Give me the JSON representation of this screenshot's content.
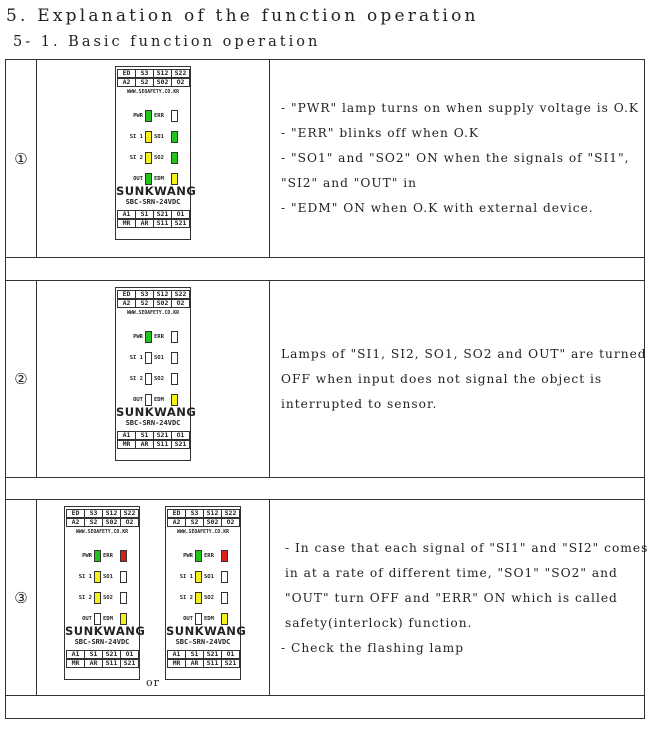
{
  "heading": "5. Explanation of the function operation",
  "subheading": "5- 1. Basic function operation",
  "colors": {
    "green": "#22c41c",
    "yellow": "#f6f01a",
    "red": "#dd1c1c",
    "off": "#ffffff"
  },
  "module": {
    "top_terminals_1": [
      "ED",
      "S3",
      "S12",
      "S22"
    ],
    "top_terminals_2": [
      "A2",
      "S2",
      "S02",
      "O2"
    ],
    "url": "WWW.SEOAFETY.CO.KR",
    "lamp_rows": [
      {
        "a": "PWR",
        "b": "ERR"
      },
      {
        "a": "SI 1",
        "b": "SO1"
      },
      {
        "a": "SI 2",
        "b": "SO2"
      },
      {
        "a": "OUT",
        "b": "EDM"
      }
    ],
    "brand": "SUNKWANG",
    "model": "SBC-SRN-24VDC",
    "bottom_terminals_1": [
      "A1",
      "S1",
      "S21",
      "O1"
    ],
    "bottom_terminals_2": [
      "MR",
      "AR",
      "S11",
      "S21"
    ]
  },
  "or_label": "or",
  "rows": [
    {
      "number": "①",
      "modules": [
        {
          "lamps": [
            [
              "green",
              "off"
            ],
            [
              "yellow",
              "green"
            ],
            [
              "yellow",
              "green"
            ],
            [
              "green",
              "yellow"
            ]
          ]
        }
      ],
      "lines": [
        "- \"PWR\" lamp turns on when supply voltage is O.K",
        "- \"ERR\" blinks off when O.K",
        "- \"SO1\" and \"SO2\" ON when the signals of \"SI1\",",
        "   \"SI2\" and \"OUT\" in",
        "- \"EDM\" ON when O.K with external device."
      ]
    },
    {
      "number": "②",
      "modules": [
        {
          "lamps": [
            [
              "green",
              "off"
            ],
            [
              "off",
              "off"
            ],
            [
              "off",
              "off"
            ],
            [
              "off",
              "yellow"
            ]
          ]
        }
      ],
      "lines": [
        "Lamps of \"SI1, SI2, SO1, SO2 and OUT\" are turned",
        "OFF when input does not signal the object is",
        "interrupted to sensor."
      ]
    },
    {
      "number": "③",
      "modules": [
        {
          "lamps": [
            [
              "green",
              "red"
            ],
            [
              "yellow",
              "off"
            ],
            [
              "yellow",
              "off"
            ],
            [
              "off",
              "yellow"
            ]
          ]
        },
        {
          "lamps": [
            [
              "green",
              "red"
            ],
            [
              "yellow",
              "off"
            ],
            [
              "yellow",
              "off"
            ],
            [
              "off",
              "yellow"
            ]
          ]
        }
      ],
      "lines": [
        "- In case that each signal of \"SI1\" and \"SI2\" comes",
        "in at a rate of different time, \"SO1\" \"SO2\" and",
        "\"OUT\" turn OFF and \"ERR\" ON which is called",
        "safety(interlock) function.",
        "- Check the flashing lamp"
      ]
    }
  ]
}
